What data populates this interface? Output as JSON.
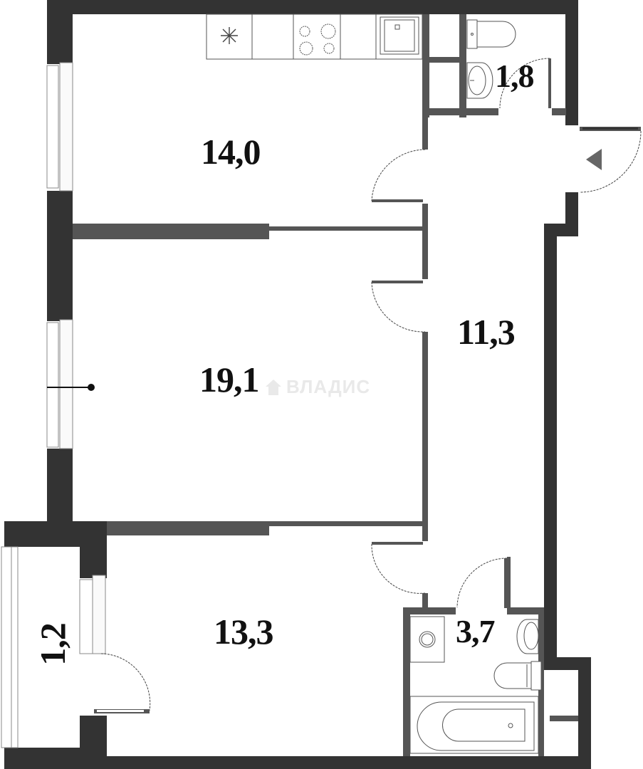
{
  "plan": {
    "type": "apartment-floor-plan",
    "colors": {
      "outer_wall": "#333333",
      "inner_wall": "#555555",
      "fixture_line": "#444444",
      "background": "#ffffff",
      "label": "#111111",
      "watermark": "#e9e9e9",
      "entry_arrow": "#666666"
    },
    "rooms": [
      {
        "id": "kitchen",
        "area": "14,0"
      },
      {
        "id": "toilet",
        "area": "1,8"
      },
      {
        "id": "living-room",
        "area": "19,1"
      },
      {
        "id": "hallway",
        "area": "11,3"
      },
      {
        "id": "bedroom",
        "area": "13,3"
      },
      {
        "id": "balcony",
        "area": "1,2"
      },
      {
        "id": "bathroom",
        "area": "3,7"
      }
    ],
    "watermark": "ВЛАДИС",
    "icons": [
      "snowflake-icon",
      "stove-icon",
      "sink-icon",
      "toilet-icon",
      "washbasin-icon",
      "bathtub-icon",
      "washing-machine-icon",
      "entry-arrow-icon",
      "house-logo-icon"
    ]
  }
}
